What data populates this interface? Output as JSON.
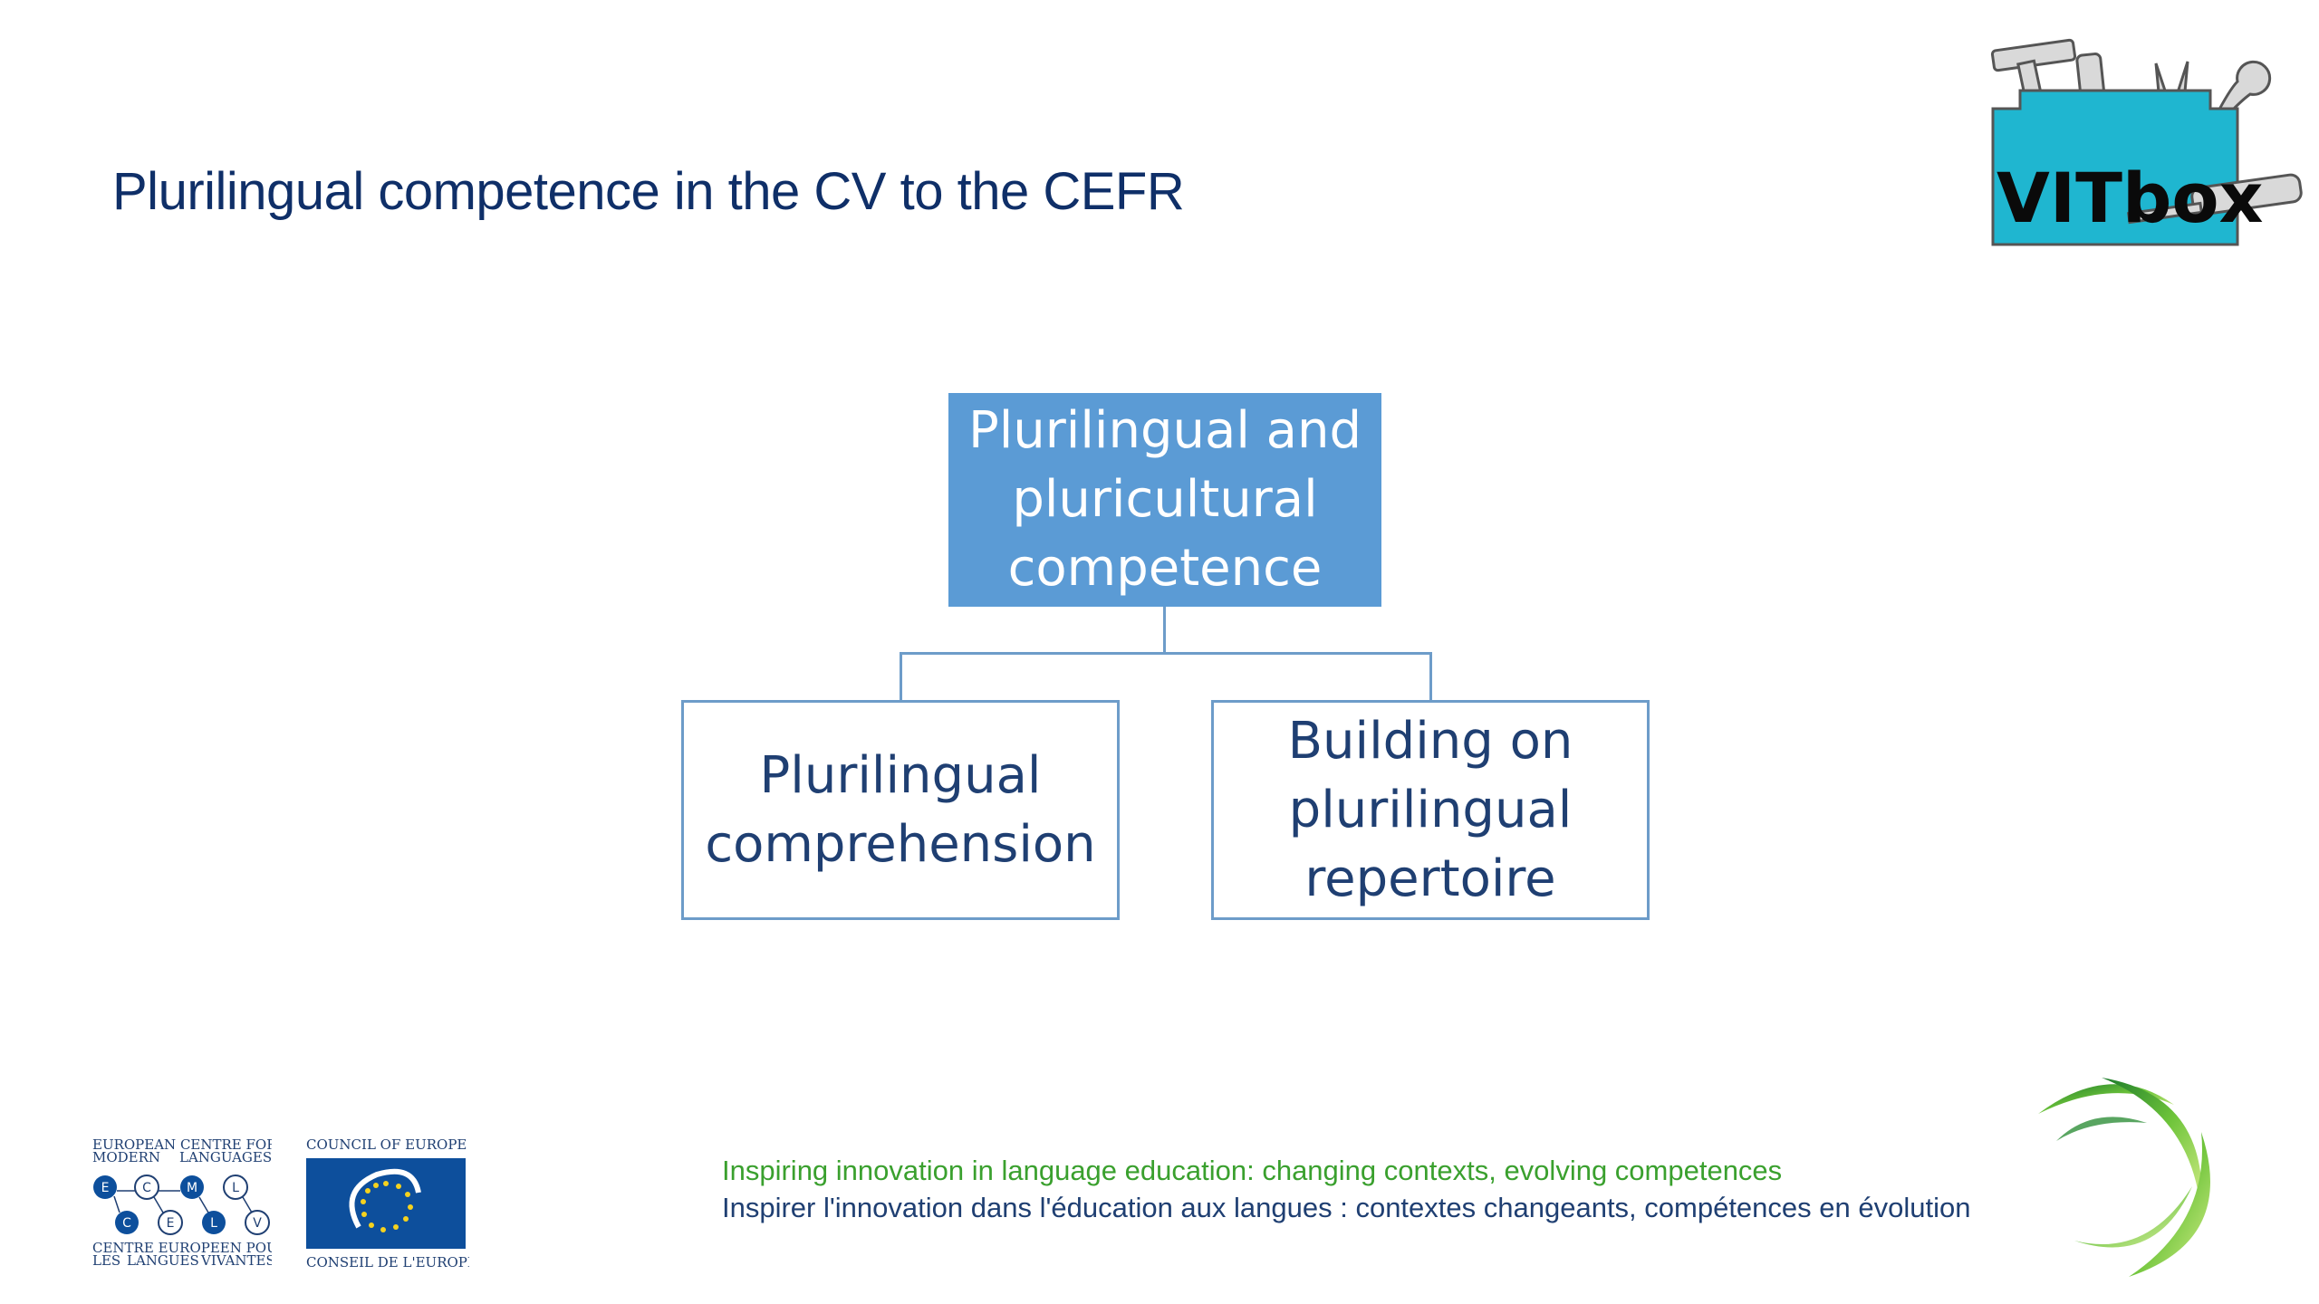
{
  "slide": {
    "title": "Plurilingual competence in the CV to the CEFR"
  },
  "vitbox_logo": {
    "text": "VITbox",
    "icon": "toolbox-icon",
    "colors": {
      "box": "#1fb6d0",
      "text": "#0a0a0a",
      "tools": "#d9d9d9"
    }
  },
  "diagram": {
    "root": {
      "lines": [
        "Plurilingual and",
        "pluricultural",
        "competence"
      ]
    },
    "children": [
      {
        "lines": [
          "Plurilingual",
          "comprehension"
        ]
      },
      {
        "lines": [
          "Building on",
          "plurilingual",
          "repertoire"
        ]
      }
    ],
    "colors": {
      "root_fill": "#5b9bd5",
      "child_border": "#6d9cc9",
      "child_text": "#1f3f72",
      "connector": "#6d9cc9"
    }
  },
  "footer": {
    "ecml_logo": {
      "top_line1": "EUROPEAN CENTRE FOR",
      "top_line2a": "MODERN",
      "top_line2b": "LANGUAGES",
      "letters": [
        "E",
        "C",
        "M",
        "L",
        "C",
        "E",
        "L",
        "V"
      ],
      "bottom_line1": "CENTRE EUROPEEN POUR",
      "bottom_line2a": "LES",
      "bottom_line2b": "LANGUES",
      "bottom_line2c": "VIVANTES"
    },
    "coe_logo": {
      "top": "COUNCIL OF EUROPE",
      "bottom": "CONSEIL DE L'EUROPE",
      "color": "#0d4f9c"
    },
    "tagline_en": "Inspiring innovation in language education: changing contexts, evolving competences",
    "tagline_fr": "Inspirer l'innovation dans l'éducation aux langues : contextes changeants, compétences en évolution",
    "swirl_icon": "green-swirl-icon"
  }
}
